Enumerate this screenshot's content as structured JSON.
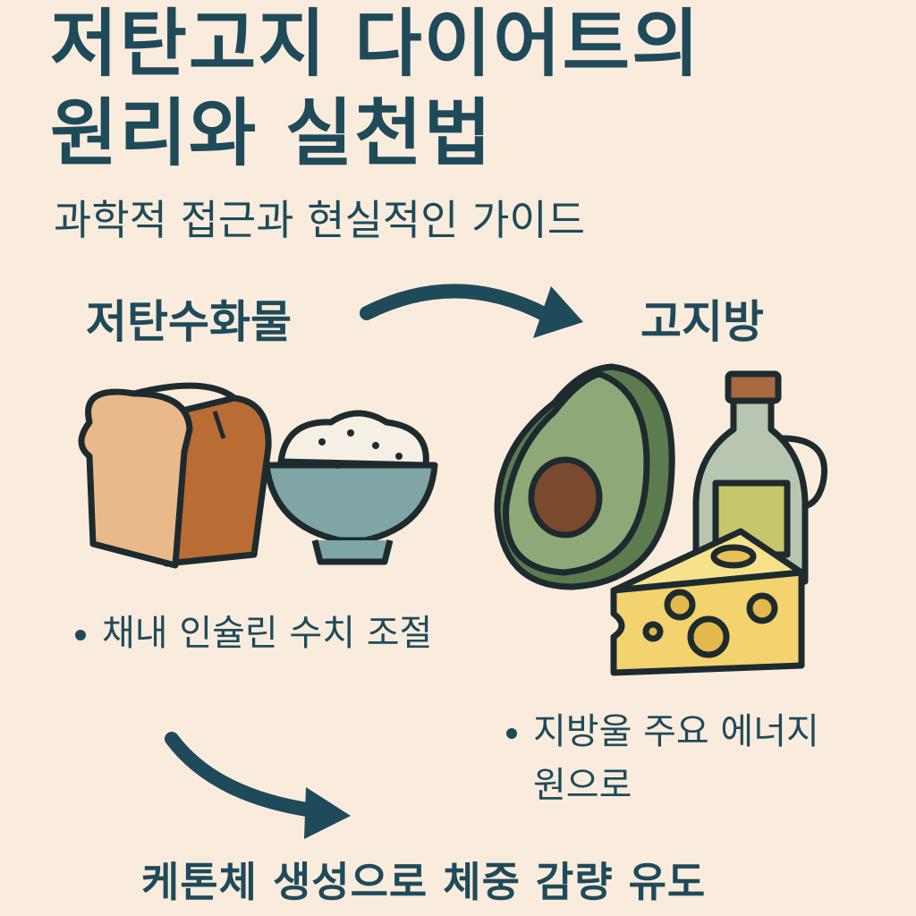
{
  "title": {
    "line1": "저탄고지 다이어트의",
    "line2": "원리와 실천법"
  },
  "subtitle": "과학적 접근과 현실적인 가이드",
  "left": {
    "label": "저탄수화물",
    "bullet": "채내 인슐린 수치 조절"
  },
  "right": {
    "label": "고지방",
    "bullet": "지방울 주요 에너지원으로"
  },
  "bottom": "케톤체 생성으로 체중 감량 유도",
  "icons": [
    "bread-icon",
    "rice-bowl-icon",
    "avocado-icon",
    "olive-oil-bottle-icon",
    "cheese-icon",
    "arrow-right-icon",
    "arrow-down-right-icon"
  ],
  "colors": {
    "background": "#f9ecdc",
    "text": "#1f4a5a",
    "bread": "#c77a3c",
    "bowl": "#7fa5a5",
    "avocado": "#8fa878",
    "oil": "#c6c76a",
    "cheese": "#f3d36e"
  }
}
